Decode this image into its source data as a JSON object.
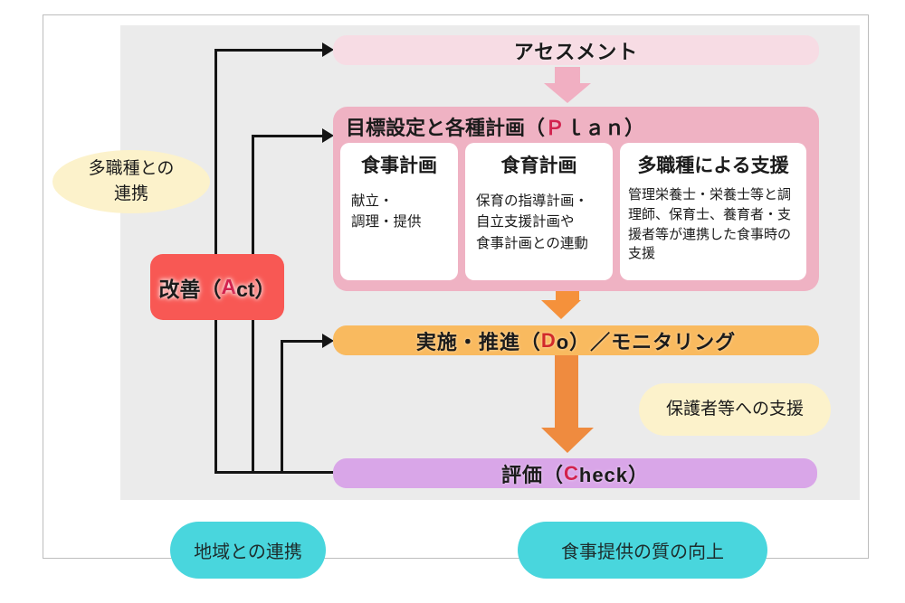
{
  "assessment": {
    "label": "アセスメント"
  },
  "plan": {
    "title": {
      "pre": "目標設定と各種計画（",
      "accent": "Ｐ",
      "post": "ｌａｎ）"
    },
    "boxes": [
      {
        "title": "食事計画",
        "body": "献立・\n調理・提供"
      },
      {
        "title": "食育計画",
        "body": "保育の指導計画・\n自立支援計画や\n食事計画との連動"
      },
      {
        "title": "多職種による支援",
        "body": "管理栄養士・栄養士等と調理師、保育士、養育者・支援者等が連携した食事時の支援"
      }
    ]
  },
  "do_bar": {
    "pre": "実施・推進（",
    "accent": "D",
    "post": "o）／モニタリング"
  },
  "check_bar": {
    "pre": "評価（",
    "accent": "C",
    "post": "heck）"
  },
  "act_box": {
    "pre": "改善（",
    "accent": "A",
    "post": "ct）"
  },
  "notes": {
    "multi_profession": "多職種との\n連携",
    "guardian_support": "保護者等への支援",
    "region_link": "地域との連携",
    "meal_quality": "食事提供の質の向上"
  },
  "colors": {
    "accent_pink_letter": "#d2224e",
    "accent_red_letter": "#d22a2a",
    "assessment_bar": "#f7dce4",
    "plan_box": "#efb2c3",
    "do_bar": "#f9ba5f",
    "check_bar": "#d9a6e8",
    "act_box": "#f85854",
    "note_yellow": "#fcf2cb",
    "pill_cyan": "#49d6dd",
    "panel_gray": "#ebebeb"
  }
}
